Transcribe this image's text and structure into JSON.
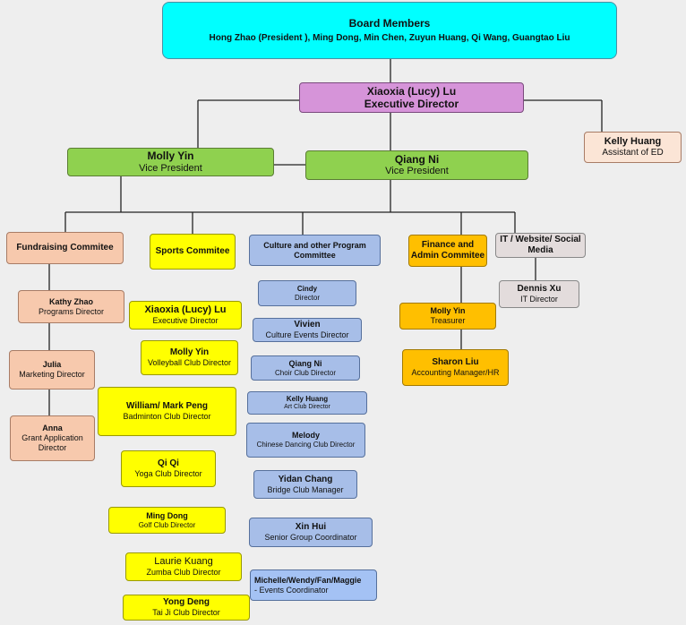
{
  "board": {
    "title": "Board Members",
    "members": "Hong Zhao (President ), Ming Dong, Min Chen, Zuyun Huang, Qi Wang, Guangtao Liu"
  },
  "executive": {
    "name": "Xiaoxia (Lucy) Lu",
    "role": "Executive Director"
  },
  "assistant": {
    "name": "Kelly Huang",
    "role": "Assistant of ED"
  },
  "vp_left": {
    "name": "Molly Yin",
    "role": "Vice President"
  },
  "vp_right": {
    "name": "Qiang Ni",
    "role": "Vice President"
  },
  "fundraising": {
    "title": "Fundraising Commitee",
    "people": [
      {
        "name": "Kathy Zhao",
        "role": "Programs Director"
      },
      {
        "name": "Julia",
        "role": "Marketing Director"
      },
      {
        "name": "Anna",
        "role": "Grant Application Director"
      }
    ]
  },
  "sports": {
    "title": "Sports Commitee",
    "people": [
      {
        "name": "Xiaoxia (Lucy) Lu",
        "role": "Executive Director"
      },
      {
        "name": "Molly Yin",
        "role": "Volleyball Club Director"
      },
      {
        "name": "William/ Mark Peng",
        "role": "Badminton Club Director"
      },
      {
        "name": "Qi Qi",
        "role": "Yoga Club Director"
      },
      {
        "name": "Ming Dong",
        "role": "Golf Club Director"
      },
      {
        "name": "Laurie Kuang",
        "role": "Zumba Club Director"
      },
      {
        "name": "Yong Deng",
        "role": "Tai Ji Club Director"
      }
    ]
  },
  "culture": {
    "title": "Culture and other Program Committee",
    "people": [
      {
        "name": "Cindy",
        "role": "Director"
      },
      {
        "name": "Vivien",
        "role": "Culture Events Director"
      },
      {
        "name": "Qiang Ni",
        "role": "Choir Club Director"
      },
      {
        "name": "Kelly Huang",
        "role": "Art Club Director"
      },
      {
        "name": "Melody",
        "role": "Chinese Dancing Club Director"
      },
      {
        "name": "Yidan Chang",
        "role": "Bridge Club Manager"
      },
      {
        "name": "Xin Hui",
        "role": "Senior Group Coordinator"
      },
      {
        "name": "Michelle/Wendy/Fan/Maggie",
        "role": "- Events Coordinator"
      }
    ]
  },
  "finance": {
    "title": "Finance and Admin Commitee",
    "people": [
      {
        "name": "Molly Yin",
        "role": "Treasurer"
      },
      {
        "name": "Sharon Liu",
        "role": "Accounting Manager/HR"
      }
    ]
  },
  "it": {
    "title": "IT / Website/ Social Media",
    "people": [
      {
        "name": "Dennis Xu",
        "role": "IT Director"
      }
    ]
  }
}
